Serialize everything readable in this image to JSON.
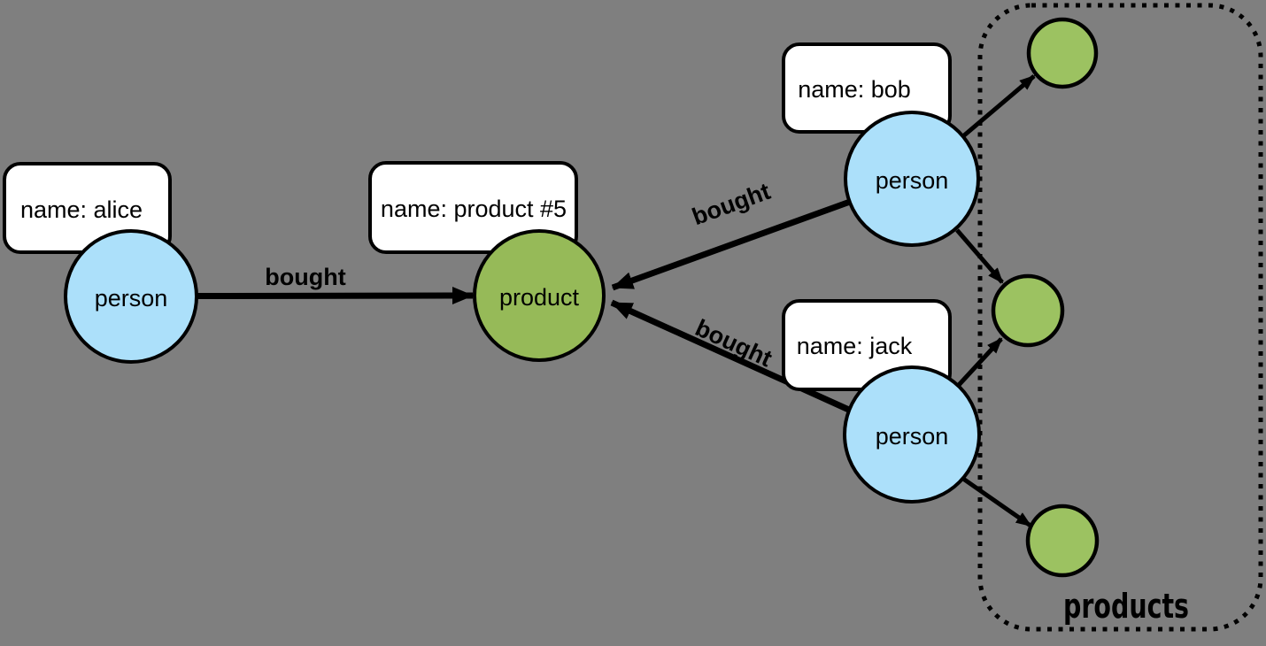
{
  "diagram": {
    "group": {
      "label": "products"
    },
    "nodes": {
      "alice": {
        "type_label": "person",
        "property": "name: alice"
      },
      "bob": {
        "type_label": "person",
        "property": "name: bob"
      },
      "jack": {
        "type_label": "person",
        "property": "name: jack"
      },
      "product": {
        "type_label": "product",
        "property": "name: product #5"
      }
    },
    "edges": {
      "alice_product": {
        "label": "bought"
      },
      "bob_product": {
        "label": "bought"
      },
      "jack_product": {
        "label": "bought"
      }
    },
    "colors": {
      "background": "#7f7f7f",
      "person_fill": "#ace0fa",
      "product_fill": "#96ba58",
      "small_product_fill": "#9cc261",
      "box_fill": "#ffffff",
      "outline": "#000000"
    }
  }
}
